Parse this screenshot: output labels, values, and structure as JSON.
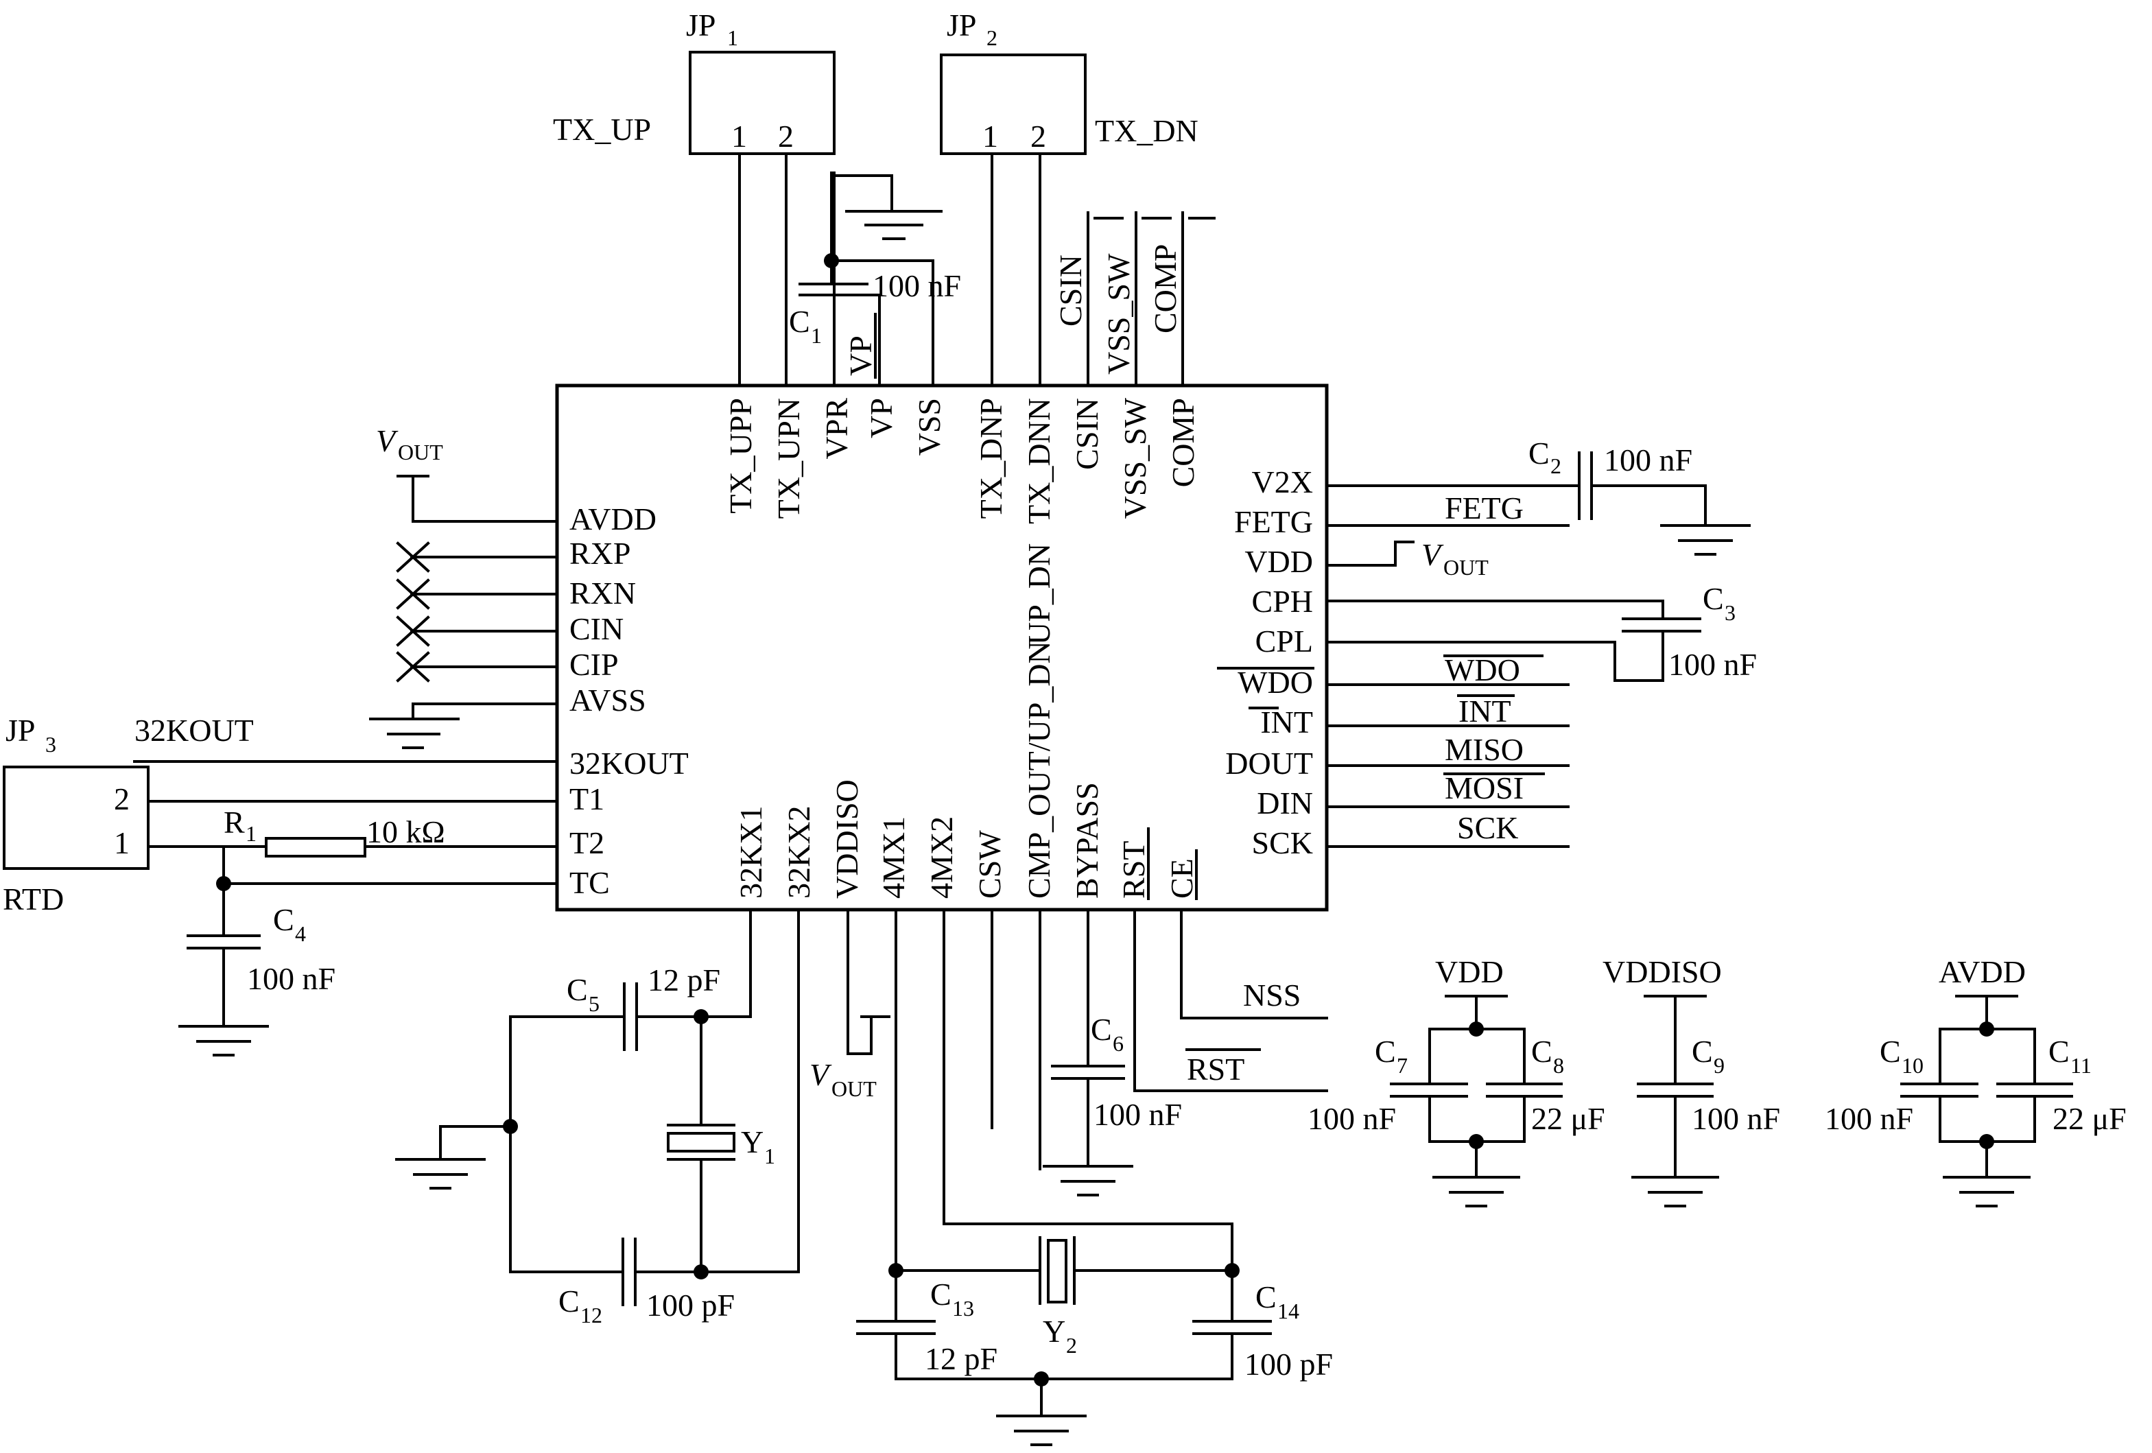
{
  "chip": {
    "top_pins": [
      "TX_UPP",
      "TX_UPN",
      "VPR",
      "VP",
      "VSS",
      "TX_DNP",
      "TX_DNN",
      "CSIN",
      "VSS_SW",
      "COMP"
    ],
    "left_pins": [
      "AVDD",
      "RXP",
      "RXN",
      "CIN",
      "CIP",
      "AVSS",
      "32KOUT",
      "T1",
      "T2",
      "TC"
    ],
    "right_pins": [
      "V2X",
      "FETG",
      "VDD",
      "CPH",
      "CPL",
      "WDO",
      "INT",
      "DOUT",
      "DIN",
      "SCK"
    ],
    "bottom_pins": [
      "32KX1",
      "32KX2",
      "VDDISO",
      "4MX1",
      "4MX2",
      "CSW",
      "CMP_OUT/UP_DN",
      "BYPASS",
      "RST",
      "CE"
    ],
    "inner_label": "UP_DN"
  },
  "connectors": {
    "jp1": {
      "ref": "JP",
      "sub": "1",
      "net": "TX_UP",
      "pins": [
        "1",
        "2"
      ]
    },
    "jp2": {
      "ref": "JP",
      "sub": "2",
      "net": "TX_DN",
      "pins": [
        "1",
        "2"
      ]
    },
    "jp3": {
      "ref": "JP",
      "sub": "3",
      "net": "RTD",
      "pins": [
        "2",
        "1"
      ]
    }
  },
  "top_nets": [
    "CSIN",
    "VSS_SW",
    "COMP",
    "VP"
  ],
  "right_nets": [
    "FETG",
    "WDO",
    "INT",
    "MISO",
    "MOSI",
    "SCK",
    "NSS",
    "RST"
  ],
  "left_nets": [
    "32KOUT"
  ],
  "vout": {
    "main": "V",
    "sub": "OUT"
  },
  "components": {
    "c1": {
      "ref": "C",
      "sub": "1",
      "value": "100 nF"
    },
    "c2": {
      "ref": "C",
      "sub": "2",
      "value": "100 nF"
    },
    "c3": {
      "ref": "C",
      "sub": "3",
      "value": "100 nF"
    },
    "c4": {
      "ref": "C",
      "sub": "4",
      "value": "100 nF"
    },
    "c5": {
      "ref": "C",
      "sub": "5",
      "value": "12 pF"
    },
    "c6": {
      "ref": "C",
      "sub": "6",
      "value": "100 nF"
    },
    "c7": {
      "ref": "C",
      "sub": "7",
      "value": "100 nF"
    },
    "c8": {
      "ref": "C",
      "sub": "8",
      "value": "22 μF"
    },
    "c9": {
      "ref": "C",
      "sub": "9",
      "value": "100 nF"
    },
    "c10": {
      "ref": "C",
      "sub": "10",
      "value": "100 nF"
    },
    "c11": {
      "ref": "C",
      "sub": "11",
      "value": "22 μF"
    },
    "c12": {
      "ref": "C",
      "sub": "12",
      "value": "100 pF"
    },
    "c13": {
      "ref": "C",
      "sub": "13",
      "value": "12 pF"
    },
    "c14": {
      "ref": "C",
      "sub": "14",
      "value": "100 pF"
    },
    "r1": {
      "ref": "R",
      "sub": "1",
      "value": "10 kΩ"
    },
    "y1": {
      "ref": "Y",
      "sub": "1"
    },
    "y2": {
      "ref": "Y",
      "sub": "2"
    }
  },
  "supply_labels": [
    "VDD",
    "VDDISO",
    "AVDD"
  ]
}
